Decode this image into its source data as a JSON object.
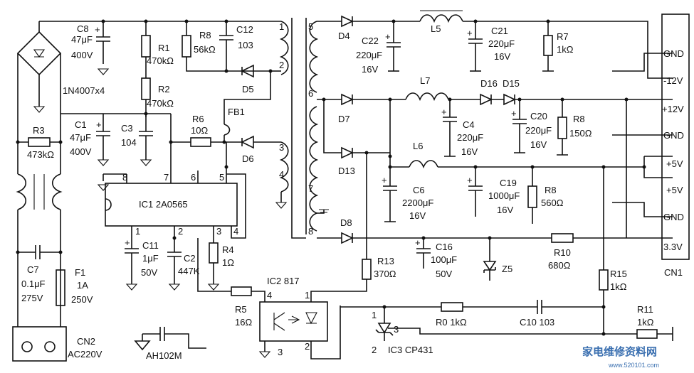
{
  "labels": {
    "c8": [
      "C8",
      "47μF",
      "400V"
    ],
    "bridge": "1N4007x4",
    "r1": [
      "R1",
      "470kΩ"
    ],
    "r2": [
      "R2",
      "470kΩ"
    ],
    "r8a": [
      "R8",
      "56kΩ"
    ],
    "c12": [
      "C12",
      "103"
    ],
    "d5": "D5",
    "fb1": "FB1",
    "c1": [
      "C1",
      "47μF",
      "400V"
    ],
    "c3": [
      "C3",
      "104"
    ],
    "r3": [
      "R3",
      "473kΩ"
    ],
    "r6": [
      "R6",
      "10Ω"
    ],
    "d6": "D6",
    "ic1": "IC1  2A0565",
    "ic1_pins": [
      "8",
      "7",
      "6",
      "5",
      "1",
      "2",
      "3",
      "4"
    ],
    "c11": [
      "C11",
      "1μF",
      "50V"
    ],
    "c2": [
      "C2",
      "447K"
    ],
    "r4": [
      "R4",
      "1Ω"
    ],
    "r5": [
      "R5",
      "16Ω"
    ],
    "ic2": "IC2  817",
    "ic2_pins": [
      "4",
      "3",
      "1",
      "2"
    ],
    "c7": [
      "C7",
      "0.1μF",
      "275V"
    ],
    "f1": [
      "F1",
      "1A",
      "250V"
    ],
    "cn2": [
      "CN2",
      "AC220V"
    ],
    "ah": "AH102M",
    "tr_pins": [
      "1",
      "2",
      "3",
      "4",
      "5",
      "6",
      "7",
      "8"
    ],
    "d4": "D4",
    "c22": [
      "C22",
      "220μF",
      "16V"
    ],
    "l5": "L5",
    "c21": [
      "C21",
      "220μF",
      "16V"
    ],
    "r7": [
      "R7",
      "1kΩ"
    ],
    "d7": "D7",
    "l7": "L7",
    "d16": "D16",
    "d15": "D15",
    "c4": [
      "C4",
      "220μF",
      "16V"
    ],
    "c20": [
      "C20",
      "220μF",
      "16V"
    ],
    "r8b": [
      "R8",
      "150Ω"
    ],
    "d13": "D13",
    "l6": "L6",
    "c6": [
      "C6",
      "2200μF",
      "16V"
    ],
    "c19": [
      "C19",
      "1000μF",
      "16V"
    ],
    "r8c": [
      "R8",
      "560Ω"
    ],
    "d8": "D8",
    "c16": [
      "C16",
      "100μF",
      "50V"
    ],
    "z5": "Z5",
    "r10": [
      "R10",
      "680Ω"
    ],
    "r13": [
      "R13",
      "370Ω"
    ],
    "r15": [
      "R15",
      "1kΩ"
    ],
    "r0": "R0  1kΩ",
    "c10": "C10  103",
    "r11": [
      "R11",
      "1kΩ"
    ],
    "ic3": "IC3  CP431",
    "ic3_pins": [
      "1",
      "2",
      "3"
    ],
    "cn1": "CN1",
    "cn1_pins": [
      "GND",
      "-12V",
      "+12V",
      "GND",
      "+5V",
      "+5V",
      "GND",
      "3.3V"
    ],
    "watermark": "家电维修资料网",
    "watermark_url": "www.520101.com"
  }
}
